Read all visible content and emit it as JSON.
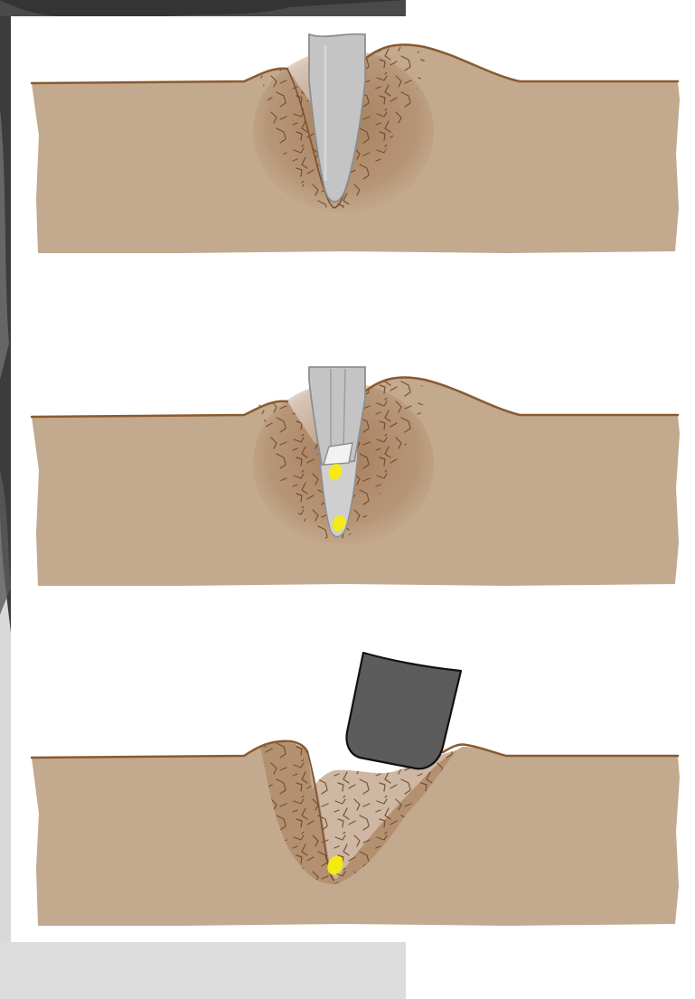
{
  "diagram": {
    "steps": [
      {
        "id": "step-1",
        "tool": "pointed-dibber",
        "seeds": 0
      },
      {
        "id": "step-2",
        "tool": "seed-dropper-tube",
        "seeds": 2
      },
      {
        "id": "step-3",
        "tool": "closing-press-block",
        "seeds": 1
      }
    ],
    "colors": {
      "soil": "#c3a98e",
      "soil_line": "#8a5a2e",
      "loose_soil": "#a57b58",
      "crack": "#6f4727",
      "tool_grey": "#c4c4c4",
      "tool_outline": "#8e8e8e",
      "press_block": "#5c5c5c",
      "seed": "#f5ea14",
      "background_photo": "#bdbdbd"
    }
  }
}
